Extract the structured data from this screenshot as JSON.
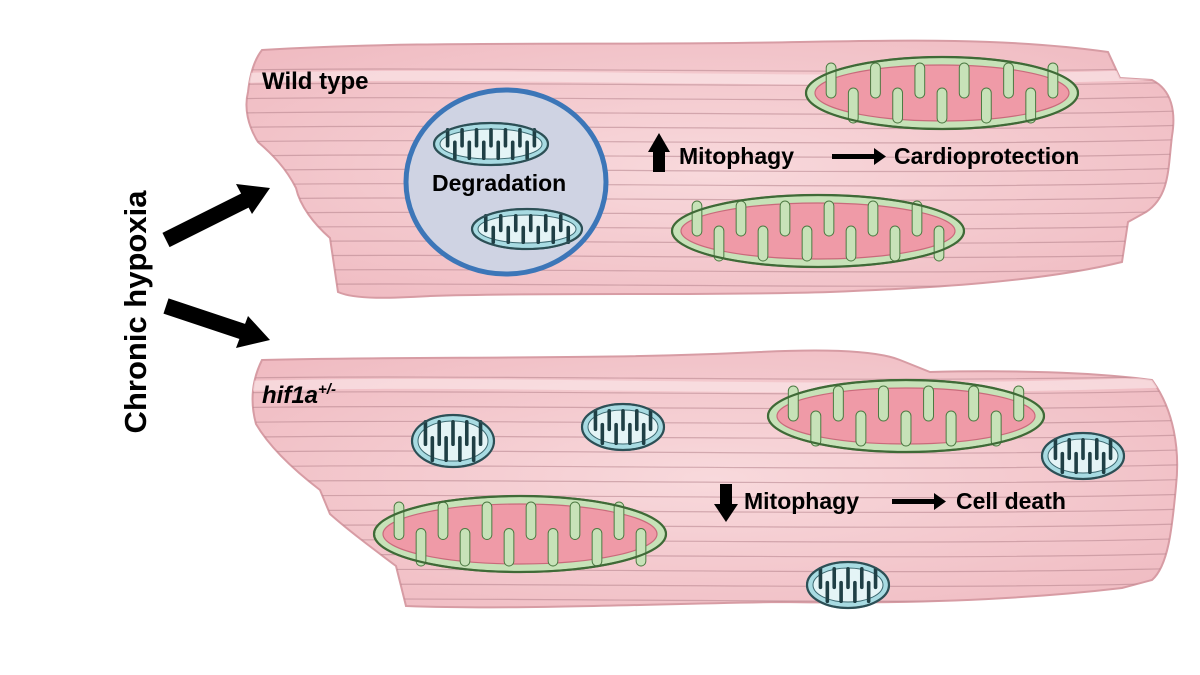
{
  "side_label": "Chronic hypoxia",
  "panels": {
    "wild_type": {
      "title": "Wild type",
      "vesicle_label": "Degradation",
      "mitophagy": "Mitophagy",
      "outcome": "Cardioprotection",
      "mitophagy_direction": "up"
    },
    "mutant": {
      "title_base": "hif1a",
      "title_sup": "+/-",
      "mitophagy": "Mitophagy",
      "outcome": "Cell death",
      "mitophagy_direction": "down"
    }
  },
  "colors": {
    "cell_fill": "#f6d3d6",
    "cell_stroke": "#d79ca4",
    "striation": "#b5848c",
    "large_mito_outer": "#c7e2b8",
    "large_mito_inner": "#ef9aa7",
    "small_mito_outer": "#a8dbe2",
    "small_mito_stroke": "#3b6870",
    "vesicle_fill": "#cfd3e3",
    "vesicle_stroke": "#3c76b8"
  }
}
